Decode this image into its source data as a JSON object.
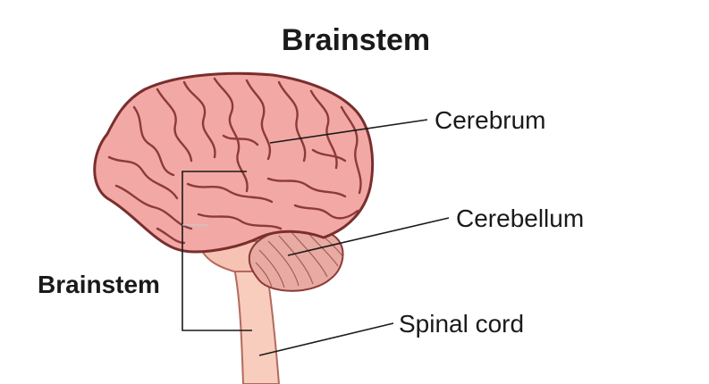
{
  "diagram": {
    "title": "Brainstem",
    "labels": {
      "cerebrum": "Cerebrum",
      "cerebellum": "Cerebellum",
      "spinal_cord": "Spinal cord",
      "brainstem": "Brainstem"
    },
    "colors": {
      "cerebrum_fill": "#f2a8a4",
      "cerebrum_outline": "#7a2e2e",
      "fold_line": "#8c3a3a",
      "cerebellum_fill": "#e8aaa2",
      "brainstem_fill": "#f6c2b4",
      "spinal_cord_fill": "#f8cdbd",
      "leader_line": "#1a1a1a",
      "text": "#1a1a1a"
    }
  }
}
